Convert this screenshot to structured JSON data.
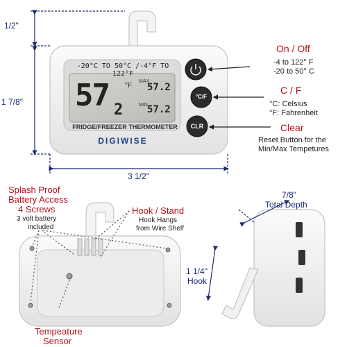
{
  "dimensions": {
    "clip_height": "1/2\"",
    "height": "1 7/8\"",
    "width": "3 1/2\"",
    "depth_value": "7/8\"",
    "depth_label": "Total Depth",
    "hook_value": "1 1/4\"",
    "hook_label": "Hook"
  },
  "device": {
    "range_text": "-20°C TO 50°C /-4°F TO 122°F",
    "main_reading": "57",
    "main_decimal": "2",
    "unit": "°F",
    "max_label": "MAX",
    "max_value": "57.2",
    "min_label": "MIN",
    "min_value": "57.2",
    "model_text": "FRIDGE/FREEZER THERMOMETER",
    "brand": "DIGIWISE",
    "btn_cf": "°C/F",
    "btn_clr": "CLR"
  },
  "callouts": {
    "onoff_title": "On / Off",
    "onoff_line1": "-4 to 122° F",
    "onoff_line2": "-20 to 50° C",
    "cf_title": "C / F",
    "cf_line1": "°C: Celsius",
    "cf_line2": "°F: Fahrenheit",
    "clear_title": "Clear",
    "clear_line1": "Reset Button for the",
    "clear_line2": "Min/Max Tempetures",
    "splash_line1": "Splash Proof",
    "splash_line2": "Battery Access",
    "splash_line3": "4 Screws",
    "battery_line1": "3 volt battery",
    "battery_line2": "included",
    "hook_title": "Hook / Stand",
    "hook_line1": "Hook Hangs",
    "hook_line2": "from Wire Shelf",
    "sensor_line1": "Tempeature",
    "sensor_line2": "Sensor"
  },
  "colors": {
    "accent_red": "#b5121b",
    "dim_blue": "#1a2a6e",
    "device_white": "#f3f3f3",
    "lcd": "#c9ccc4"
  }
}
